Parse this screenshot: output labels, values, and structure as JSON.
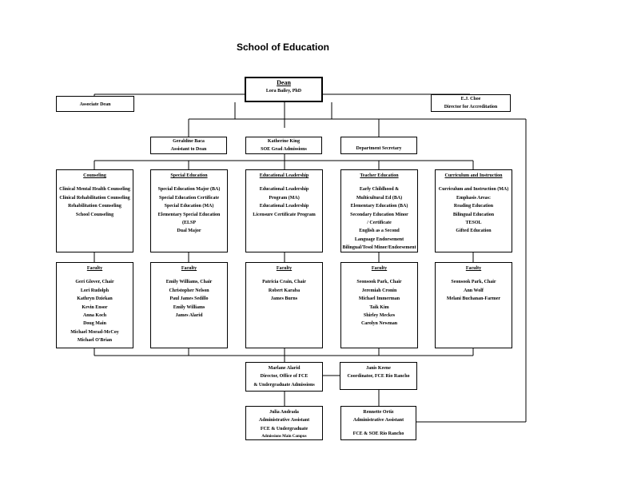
{
  "title": "School of Education",
  "dean": {
    "heading": "Dean",
    "name": "Lora Bailey, PhD"
  },
  "associate_dean": {
    "role": "Associate Dean"
  },
  "accreditation": {
    "name": "E.J. Choe",
    "role": "Director for Accreditation"
  },
  "assistant_to_dean": {
    "name": "Geraldine Baca",
    "role": "Assistant to Dean"
  },
  "grad_admissions": {
    "name": "Katherine King",
    "role": "SOE Grad Admissions"
  },
  "dept_secretary": {
    "role": "Department Secretary"
  },
  "departments": {
    "counseling": {
      "heading": "Counseling",
      "items": [
        "Clinical Mental Health Counseling",
        "Clinical Rehabilitation Counseling",
        "Rehabilitation Counseling",
        "School Counseling"
      ]
    },
    "special_education": {
      "heading": "Special Education",
      "items": [
        "Special Education  Major (BA)",
        "Special Education Certificate",
        "Special Education (MA)",
        "Elementary Special Education (ELSP",
        "Dual Major"
      ]
    },
    "educational_leadership": {
      "heading": "Educational Leadership",
      "items": [
        "Educational Leadership",
        "Program (MA)",
        "Educational Leadership",
        "Licensure  Certificate Program"
      ]
    },
    "teacher_education": {
      "heading": "Teacher Education",
      "items": [
        "Early Childhood &",
        "Multicultural Ed (BA)",
        "Elementary Education (BA)",
        "Secondary Education Minor",
        "/ Certificate",
        "English as a Second",
        "Language Endorsement",
        "Bilingual/Tesol Minor/Endorsement"
      ]
    },
    "curriculum_instruction": {
      "heading": "Curriculum and Instruction",
      "items": [
        "Curriculum and Instruction (MA)",
        "Emphasis Areas:",
        "Reading Education",
        "Bilingual Education",
        "TESOL",
        "Gifted Education"
      ]
    }
  },
  "faculty": {
    "counseling": {
      "heading": "Faculty",
      "members": [
        "Geri Glover, Chair",
        "Lori Rudolph",
        "Kathryn Dziekan",
        "Kevin Ensor",
        "Anna Koch",
        "Doug Main",
        "Michael Morad-McCoy",
        "Michael O'Brian"
      ]
    },
    "special_education": {
      "heading": "Faculty",
      "members": [
        "Emily Williams, Chair",
        "Christopher Nelson",
        "Paul James Sedillo",
        "Emily Williams",
        "James Alarid"
      ]
    },
    "educational_leadership": {
      "heading": "Faculty",
      "members": [
        "Patricia Crain, Chair",
        "Robert Karaba",
        "James Burns"
      ]
    },
    "teacher_education": {
      "heading": "Faculty",
      "members": [
        "Seonsook Park, Chair",
        "Jeremiah Cronin",
        "Michael Immerman",
        "Taik Kim",
        "Shirley Meckes",
        "Carolyn Newman"
      ]
    },
    "curriculum_instruction": {
      "heading": "Faculty",
      "members": [
        "Seonsook Park, Chair",
        "Ann Wolf",
        "Melani Buchanan-Farmer"
      ]
    }
  },
  "fce_director": {
    "name": "Marlane Alarid",
    "line1": "Director, Office of FCE",
    "line2": "& Undergraduate Admissions"
  },
  "fce_coordinator": {
    "name": "Janis Keene",
    "role": "Coordinator, FCE Rio Rancho"
  },
  "admin_assistant_1": {
    "name": "Julia Andrada",
    "line1": "Administrative Assistant",
    "line2": "FCE & Undergraduate",
    "line3": "Admissions Main Campus"
  },
  "admin_assistant_2": {
    "name": "Rennette Ortiz",
    "line1": "Administrative Assistant",
    "line2": "FCE & SOE Rio Rancho"
  }
}
